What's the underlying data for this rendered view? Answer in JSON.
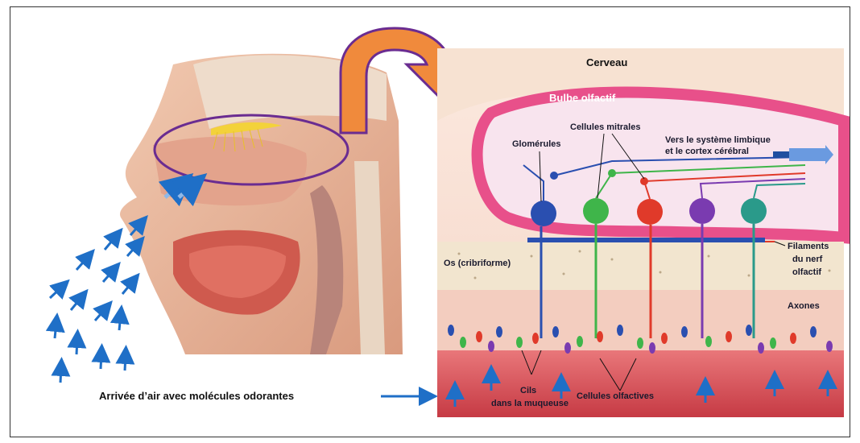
{
  "labels": {
    "cerveau": "Cerveau",
    "bulbe": "Bulbe olfactif",
    "cellules_mitrales": "Cellules mitrales",
    "glomerules": "Glomérules",
    "vers_systeme": "Vers le système limbique",
    "cortex": "et le cortex cérébral",
    "os": "Os (cribriforme)",
    "filaments": "Filaments",
    "du_nerf": "du nerf",
    "olfactif": "olfactif",
    "axones": "Axones",
    "cils": "Cils",
    "dans_muqueuse": "dans la muqueuse",
    "cellules_olfactives": "Cellules olfactives",
    "arrivee": "Arrivée d’air  avec molécules odorantes"
  },
  "colors": {
    "arrow_blue": "#1f6fc7",
    "big_arrow": "#f08a3c",
    "big_arrow_outline": "#6a2c91",
    "ellipse": "#6a2c91",
    "bulb_pink": "#e8508a",
    "tissue": "#f3c8b8",
    "mucosa": "#d9484e",
    "cell_blue": "#2a4fb0",
    "cell_green": "#3fb54a",
    "cell_red": "#e03a2a",
    "cell_purple": "#7a3bb0",
    "cell_teal": "#2a9a8a"
  }
}
